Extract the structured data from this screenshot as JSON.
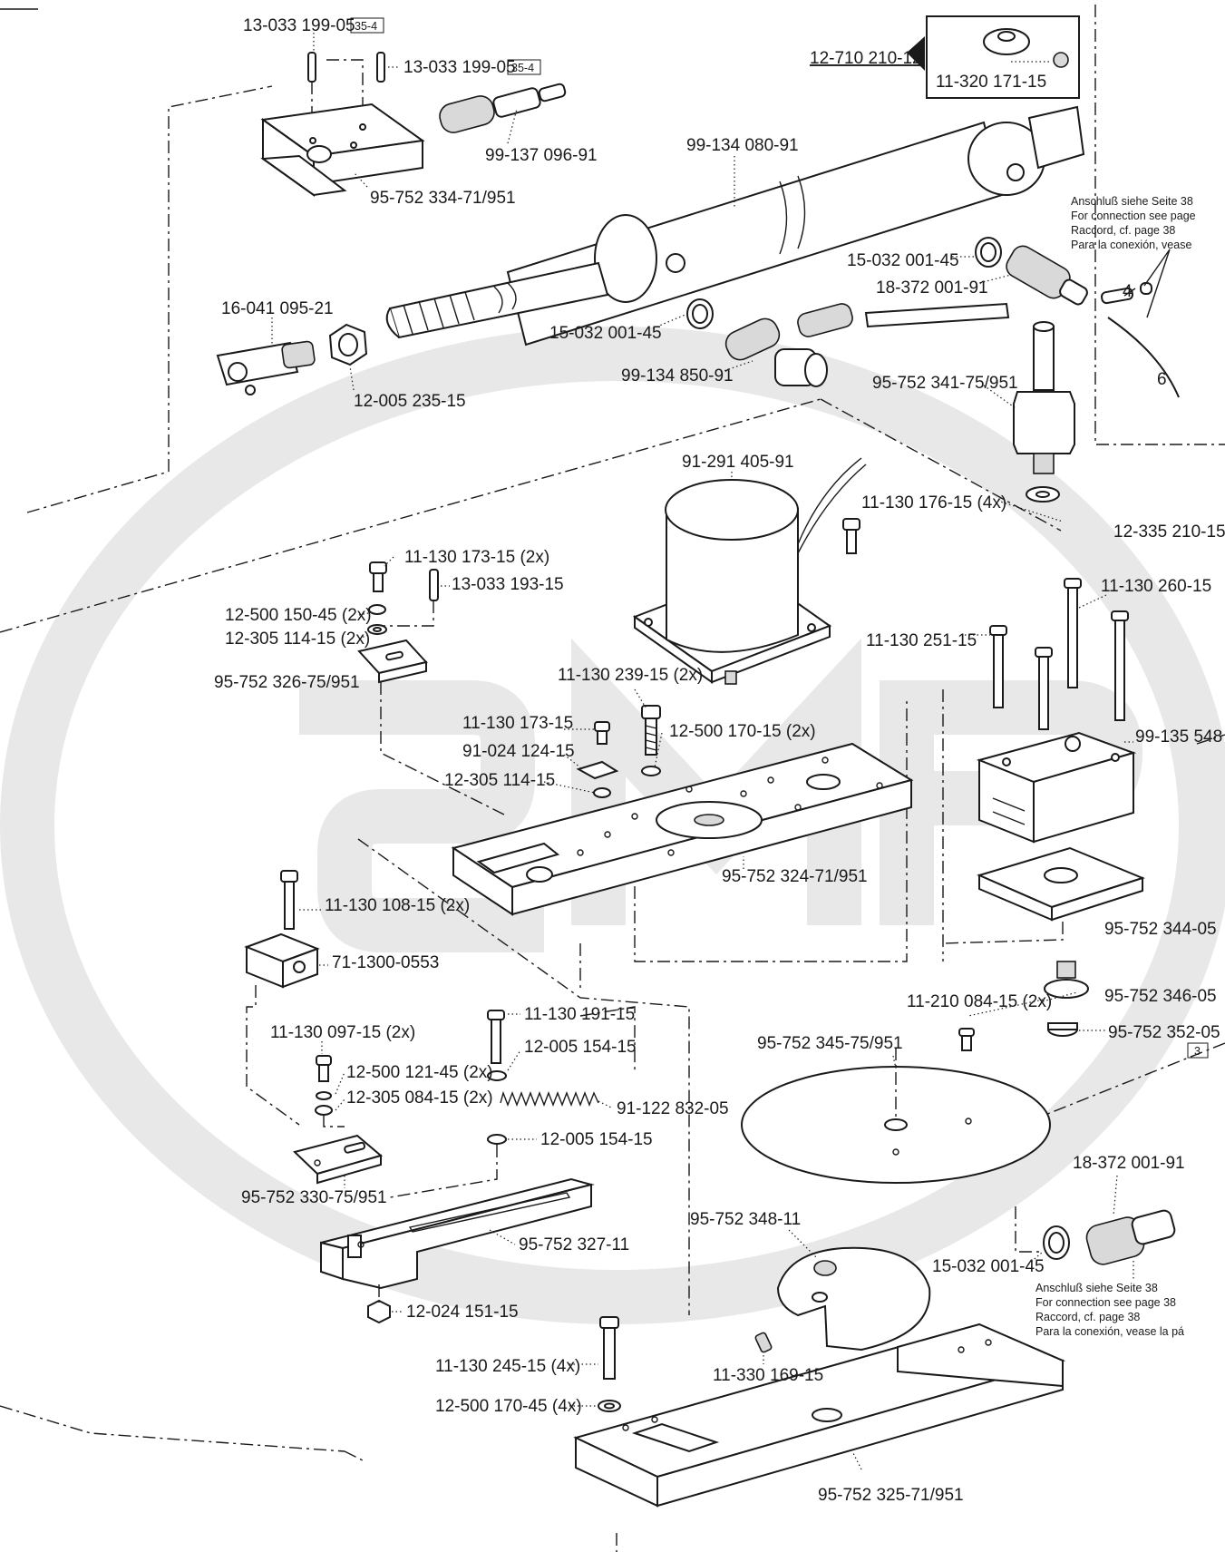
{
  "labels": {
    "p1": "13-033 199-05",
    "p2": "13-033 199-05",
    "p3": "12-710 210-12",
    "p4": "11-320 171-15",
    "p5": "99-137 096-91",
    "p6": "99-134 080-91",
    "p7": "95-752 334-71/951",
    "p8": "15-032 001-45",
    "p9": "18-372 001-91",
    "p10": "16-041 095-21",
    "p11": "15-032 001-45",
    "p12": "99-134 850-91",
    "p13": "12-005 235-15",
    "p14": "95-752 341-75/951",
    "p15": "91-291 405-91",
    "p16": "11-130 176-15 (4x)",
    "p17": "12-335 210-15",
    "p18": "11-130 173-15 (2x)",
    "p19": "13-033 193-15",
    "p20": "12-500 150-45 (2x)",
    "p21": "12-305 114-15 (2x)",
    "p22": "95-752 326-75/951",
    "p23": "11-130 260-15",
    "p24": "11-130 251-15",
    "p25": "11-130 239-15 (2x)",
    "p26": "11-130 173-15",
    "p27": "12-500 170-15 (2x)",
    "p28": "91-024 124-15",
    "p29": "99-135 548",
    "p30": "12-305 114-15",
    "p31": "95-752 324-71/951",
    "p32": "11-130 108-15 (2x)",
    "p33": "95-752 344-05",
    "p34": "71-1300-0553",
    "p35": "11-210 084-15 (2x)",
    "p36": "95-752 346-05",
    "p37": "95-752 352-05",
    "p38": "11-130 097-15 (2x)",
    "p39": "11-130 191-15",
    "p40": "12-005 154-15",
    "p41": "95-752 345-75/951",
    "p42": "12-500 121-45 (2x)",
    "p43": "12-305 084-15 (2x)",
    "p44": "91-122 832-05",
    "p45": "12-005 154-15",
    "p46": "18-372 001-91",
    "p47": "95-752 330-75/951",
    "p48": "95-752 348-11",
    "p49": "95-752 327-11",
    "p50": "15-032 001-45",
    "p51": "12-024 151-15",
    "p52": "11-330 169-15",
    "p53": "11-130 245-15 (4x)",
    "p54": "12-500 170-45 (4x)",
    "p55": "95-752 325-71/951"
  },
  "refs": {
    "r1": "35-4",
    "r2": "35-4",
    "r3": "3"
  },
  "tube_marks": {
    "m4": "4",
    "m6": "6"
  },
  "connection_note_top": [
    "Anschluß siehe Seite 38",
    "For connection see page",
    "Raccord, cf. page 38",
    "Para la conexión, vease"
  ],
  "connection_note_bottom": [
    "Anschluß siehe Seite 38",
    "For connection see page 38",
    "Raccord, cf. page 38",
    "Para la conexión, vease la pá"
  ]
}
